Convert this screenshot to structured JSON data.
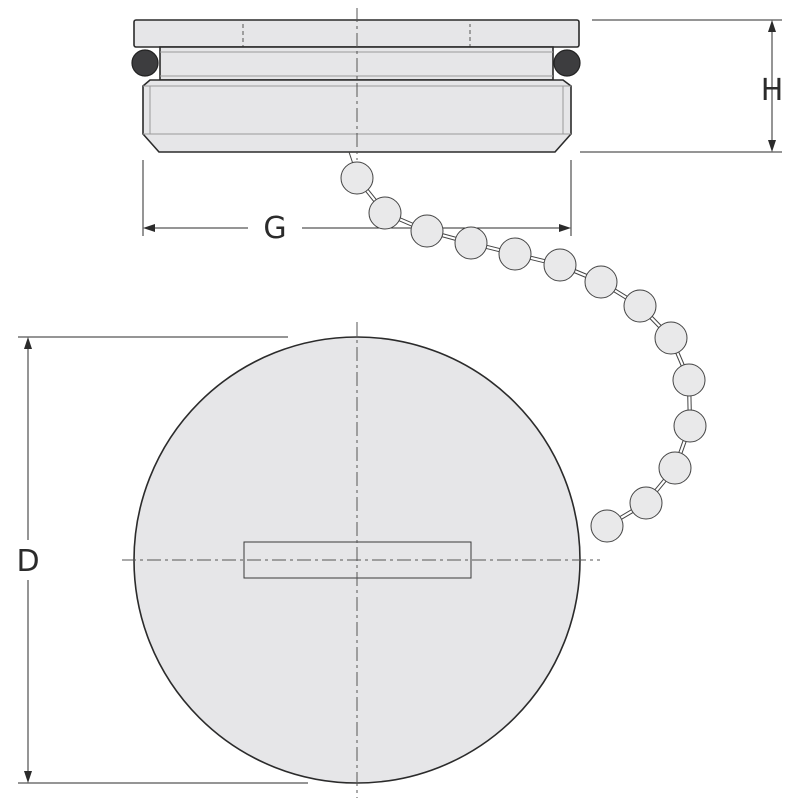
{
  "dimensions": {
    "height_label": "H",
    "width_label": "G",
    "diameter_label": "D"
  },
  "colors": {
    "body": "#e6e6e8",
    "outline": "#2b2b2b",
    "oring": "#3d3d3f",
    "background": "#ffffff"
  },
  "parts": {
    "cap_side_view": "side-view",
    "cap_top_view": "top-view",
    "chain": "ball-chain",
    "seal": "o-ring"
  }
}
